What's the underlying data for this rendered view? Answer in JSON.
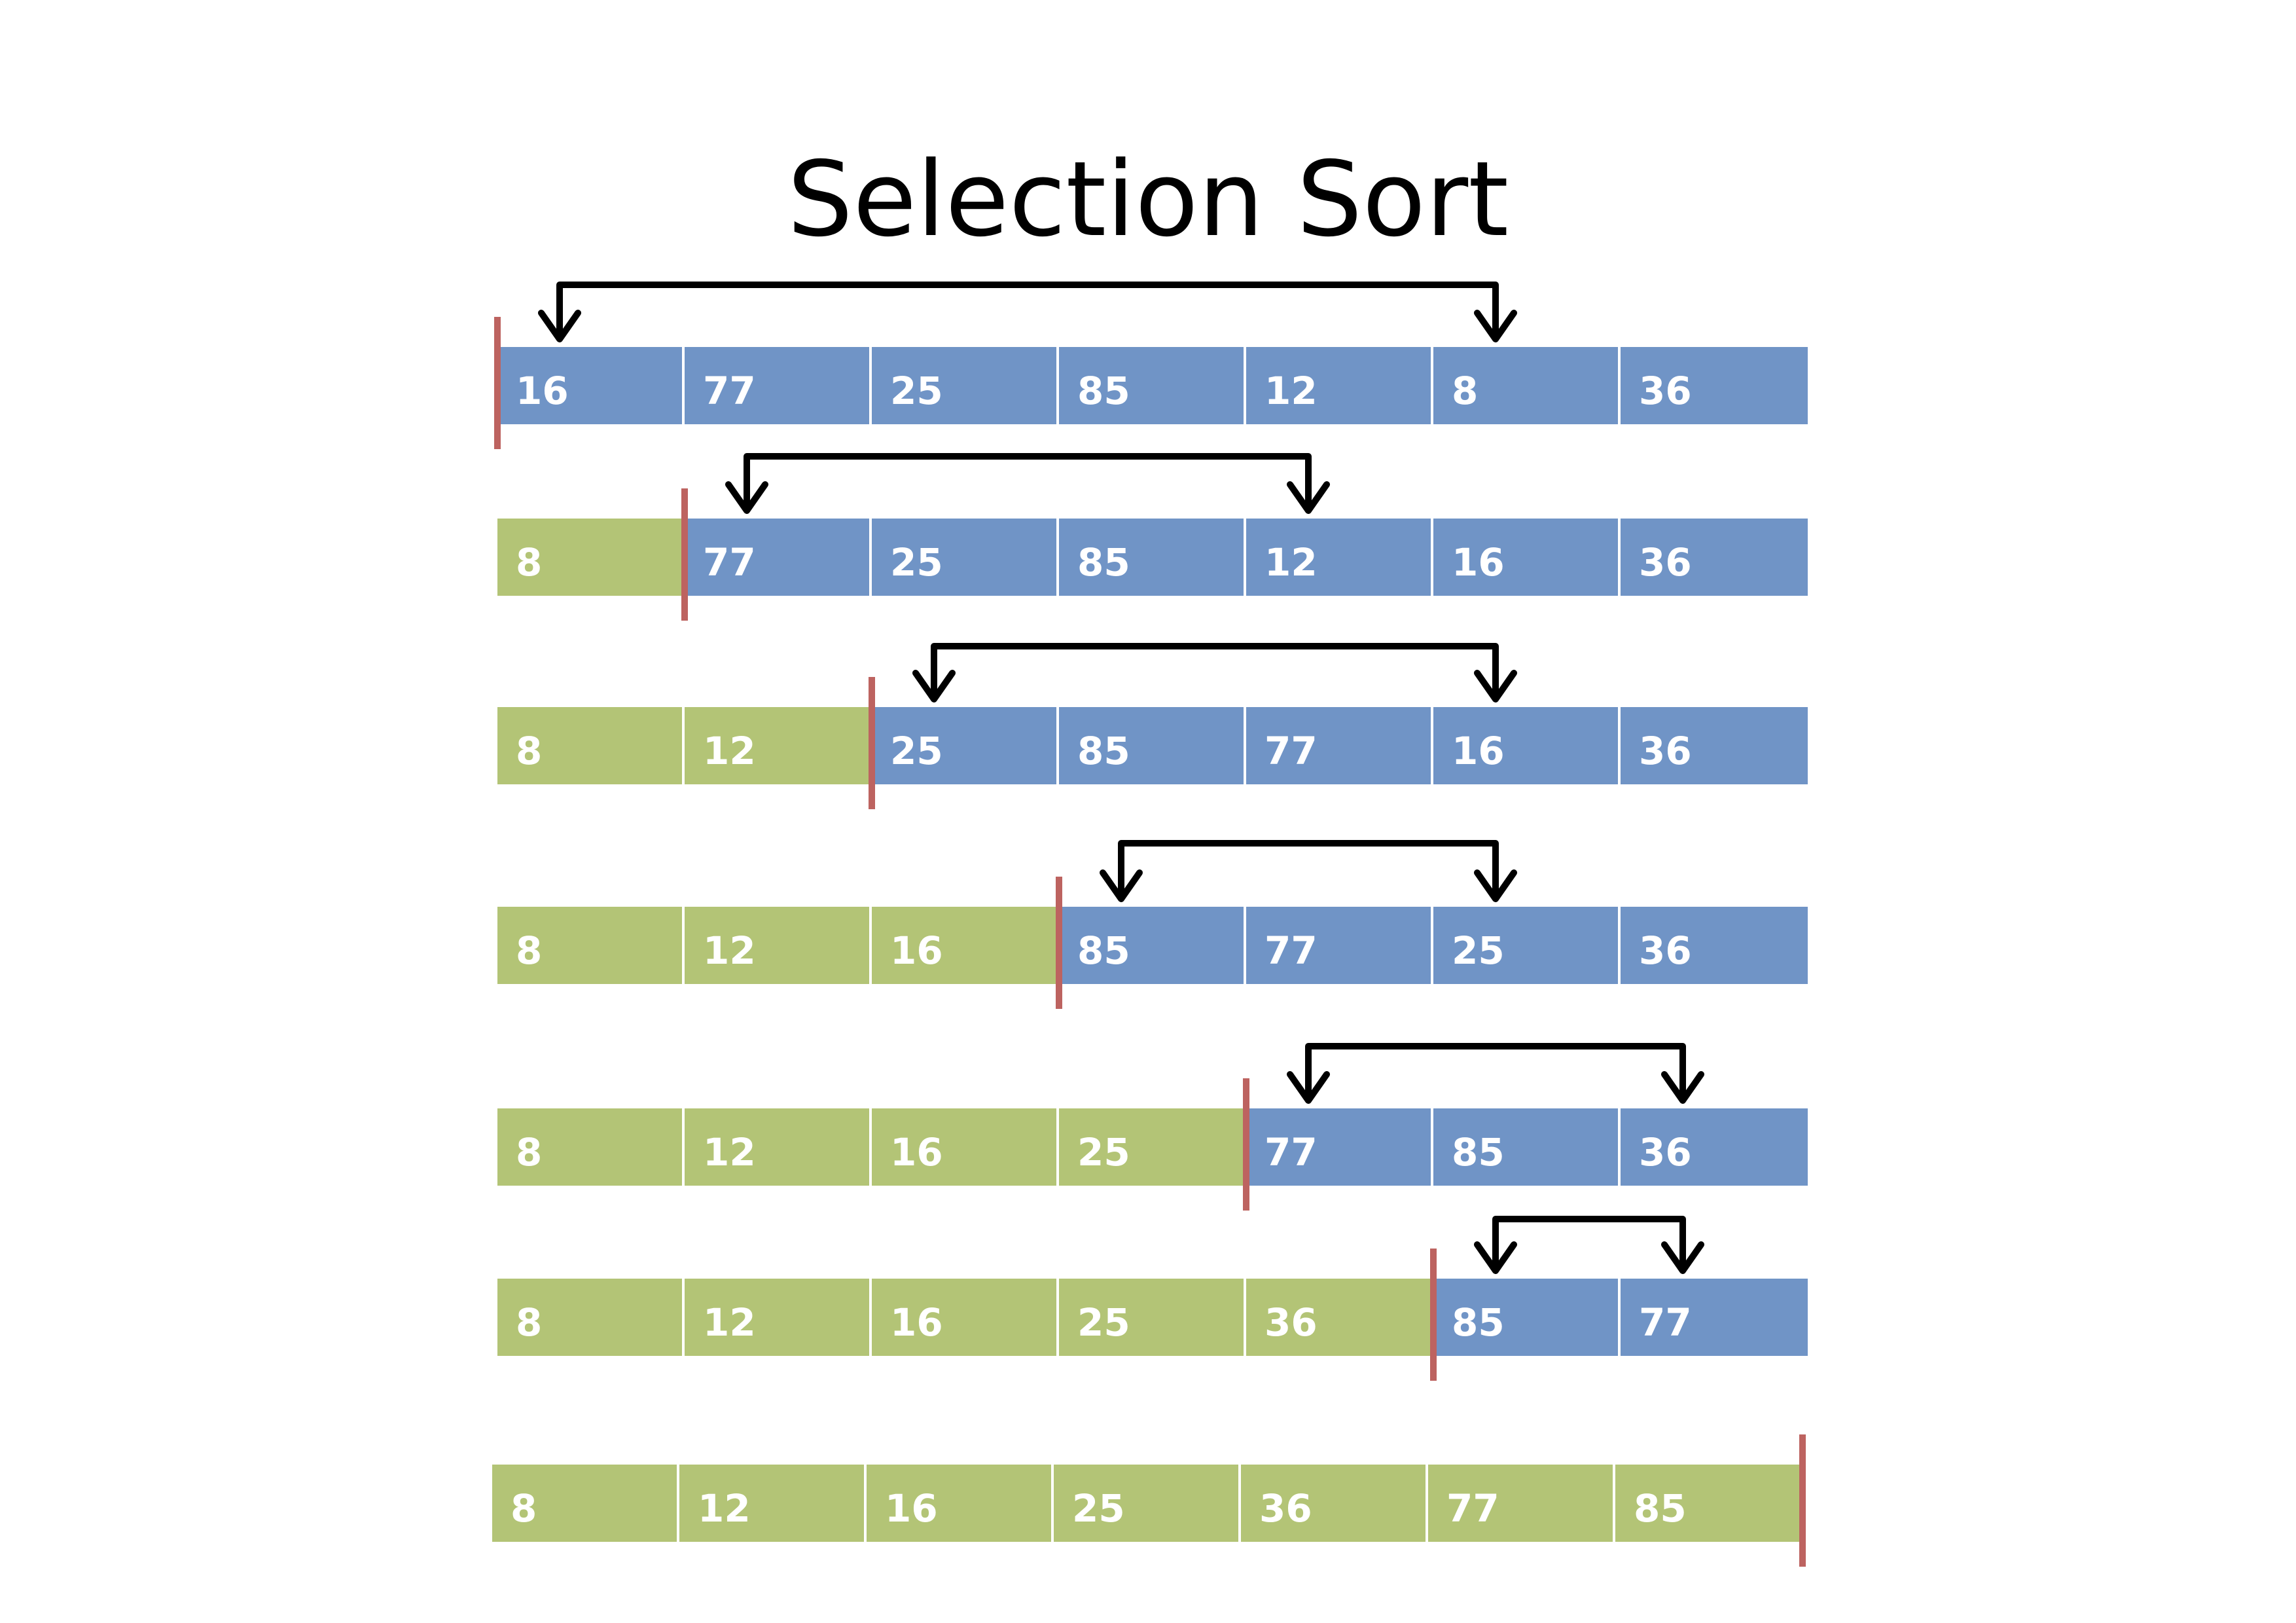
{
  "title": "Selection Sort",
  "colors": {
    "unsorted": "#7094c6",
    "sorted": "#b3c476",
    "boundary": "#bd6360",
    "arrow": "#000000",
    "cell_text": "#ffffff"
  },
  "icons": {
    "swap_arrow": "swap-arrow-icon",
    "boundary_marker": "boundary-marker-icon"
  },
  "steps": [
    {
      "values": [
        "16",
        "77",
        "25",
        "85",
        "12",
        "8",
        "36"
      ],
      "sorted_count": 0,
      "swap": [
        0,
        5
      ]
    },
    {
      "values": [
        "8",
        "77",
        "25",
        "85",
        "12",
        "16",
        "36"
      ],
      "sorted_count": 1,
      "swap": [
        1,
        4
      ]
    },
    {
      "values": [
        "8",
        "12",
        "25",
        "85",
        "77",
        "16",
        "36"
      ],
      "sorted_count": 2,
      "swap": [
        2,
        5
      ]
    },
    {
      "values": [
        "8",
        "12",
        "16",
        "85",
        "77",
        "25",
        "36"
      ],
      "sorted_count": 3,
      "swap": [
        3,
        5
      ]
    },
    {
      "values": [
        "8",
        "12",
        "16",
        "25",
        "77",
        "85",
        "36"
      ],
      "sorted_count": 4,
      "swap": [
        4,
        6
      ]
    },
    {
      "values": [
        "8",
        "12",
        "16",
        "25",
        "36",
        "85",
        "77"
      ],
      "sorted_count": 5,
      "swap": [
        5,
        6
      ]
    },
    {
      "values": [
        "8",
        "12",
        "16",
        "25",
        "36",
        "77",
        "85"
      ],
      "sorted_count": 7,
      "swap": null
    }
  ]
}
